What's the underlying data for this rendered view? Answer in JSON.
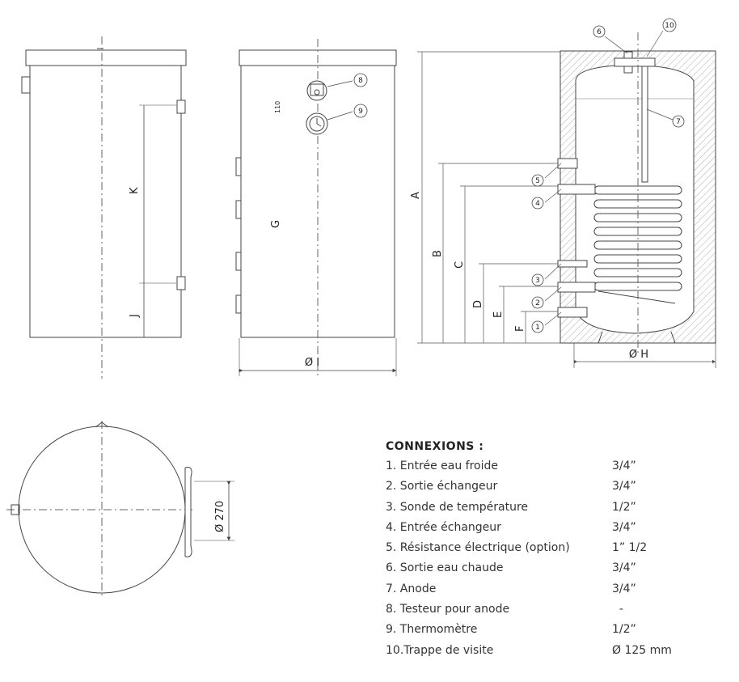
{
  "dimensions": {
    "A": "A",
    "B": "B",
    "C": "C",
    "D": "D",
    "E": "E",
    "F": "F",
    "G": "G",
    "K": "K",
    "J": "J",
    "diam_I": "Ø I",
    "diam_H": "Ø H",
    "diam_270": "Ø 270",
    "gap_110": "110"
  },
  "callouts": [
    "1",
    "2",
    "3",
    "4",
    "5",
    "6",
    "7",
    "8",
    "9",
    "10"
  ],
  "legend": {
    "title": "CONNEXIONS :",
    "items": [
      {
        "label": "1. Entrée eau froide",
        "value": "3/4”"
      },
      {
        "label": "2. Sortie échangeur",
        "value": "3/4”"
      },
      {
        "label": "3. Sonde de température",
        "value": "1/2”"
      },
      {
        "label": "4. Entrée échangeur",
        "value": "3/4”"
      },
      {
        "label": "5. Résistance électrique (option)",
        "value": "1” 1/2"
      },
      {
        "label": "6. Sortie eau chaude",
        "value": "3/4”"
      },
      {
        "label": "7. Anode",
        "value": "3/4”"
      },
      {
        "label": "8. Testeur pour anode",
        "value": "  -"
      },
      {
        "label": "9. Thermomètre",
        "value": "1/2”"
      },
      {
        "label": "10.Trappe de visite",
        "value": "Ø 125 mm"
      }
    ]
  }
}
